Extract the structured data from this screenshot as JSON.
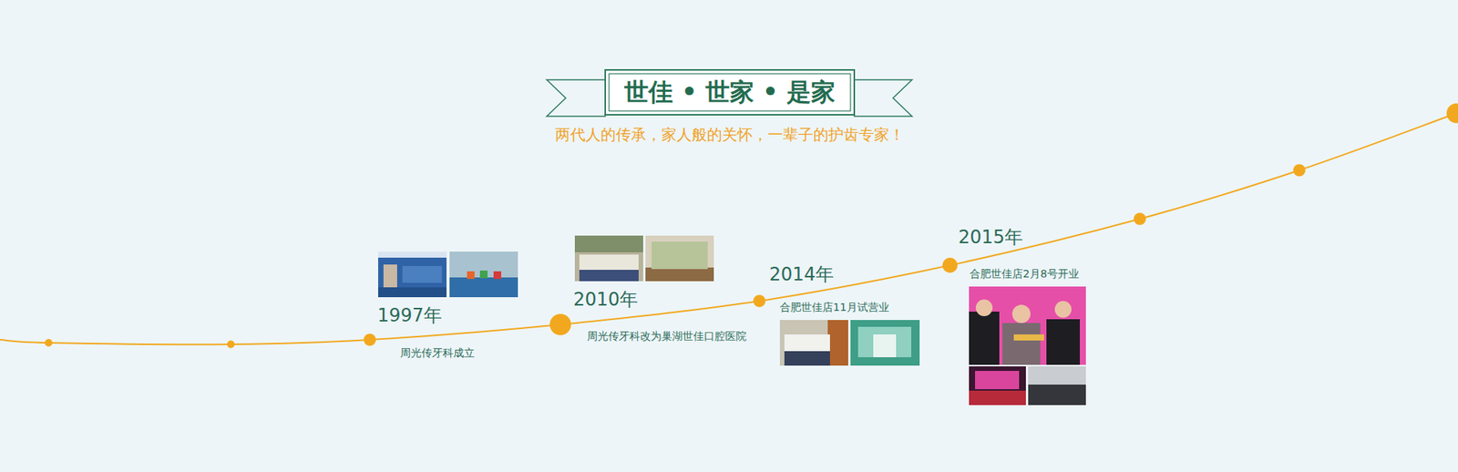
{
  "diagram": {
    "title": "世佳 • 世家 • 是家",
    "labels": [
      "两代人的传承，家人般的关怀，一辈子的护齿专家！",
      "1997年",
      "周光传牙科成立",
      "2010年",
      "周光传牙科改为巢湖世佳口腔医院",
      "2014年",
      "合肥世佳店11月试营业",
      "2015年",
      "合肥世佳店2月8号开业"
    ]
  }
}
